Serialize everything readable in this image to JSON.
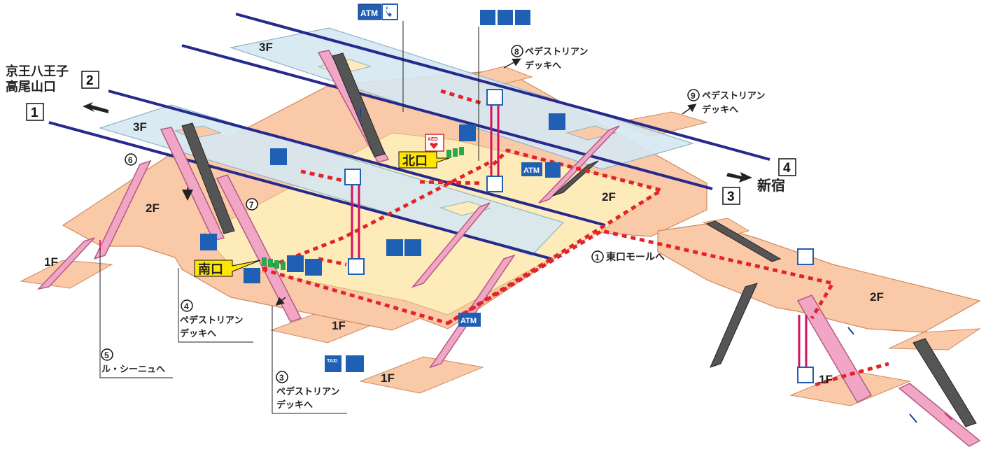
{
  "floors": {
    "f3_a": "3F",
    "f3_b": "3F",
    "f2_main": "2F",
    "f2_right": "2F",
    "f2_east": "2F",
    "f1_left": "1F",
    "f1_south": "1F",
    "f1_bottom": "1F",
    "f1_east": "1F"
  },
  "tracks": {
    "platform_1": "1",
    "platform_2": "2",
    "platform_3": "3",
    "platform_4": "4",
    "west_destination_line1": "京王八王子",
    "west_destination_line2": "高尾山口",
    "east_destination": "新宿"
  },
  "gates": {
    "north": "北口",
    "south": "南口"
  },
  "exits": {
    "e1_num": "1",
    "e1_text": "東口モールへ",
    "e3_num": "3",
    "e3_line1": "ペデストリアン",
    "e3_line2": "デッキへ",
    "e4_num": "4",
    "e4_line1": "ペデストリアン",
    "e4_line2": "デッキへ",
    "e5_num": "5",
    "e5_text": "ル・シーニュへ",
    "e6_num": "6",
    "e7_num": "7",
    "e8_num": "8",
    "e8_line1": "ペデストリアン",
    "e8_line2": "デッキへ",
    "e9_num": "9",
    "e9_line1": "ペデストリアン",
    "e9_line2": "デッキへ"
  },
  "icons": {
    "atm_text": "ATM",
    "taxi_text": "TAXI",
    "aed_text": "AED"
  },
  "colors": {
    "concourse": "#f9c9a8",
    "inner_gate": "#fdebb9",
    "platform": "#d6e8f2",
    "track": "#252a8c",
    "escalator": "#f2a6c6",
    "route": "#e2232a",
    "stairs": "#555555",
    "gate_label": "#ffe600",
    "service_icon": "#1f5fb4"
  }
}
